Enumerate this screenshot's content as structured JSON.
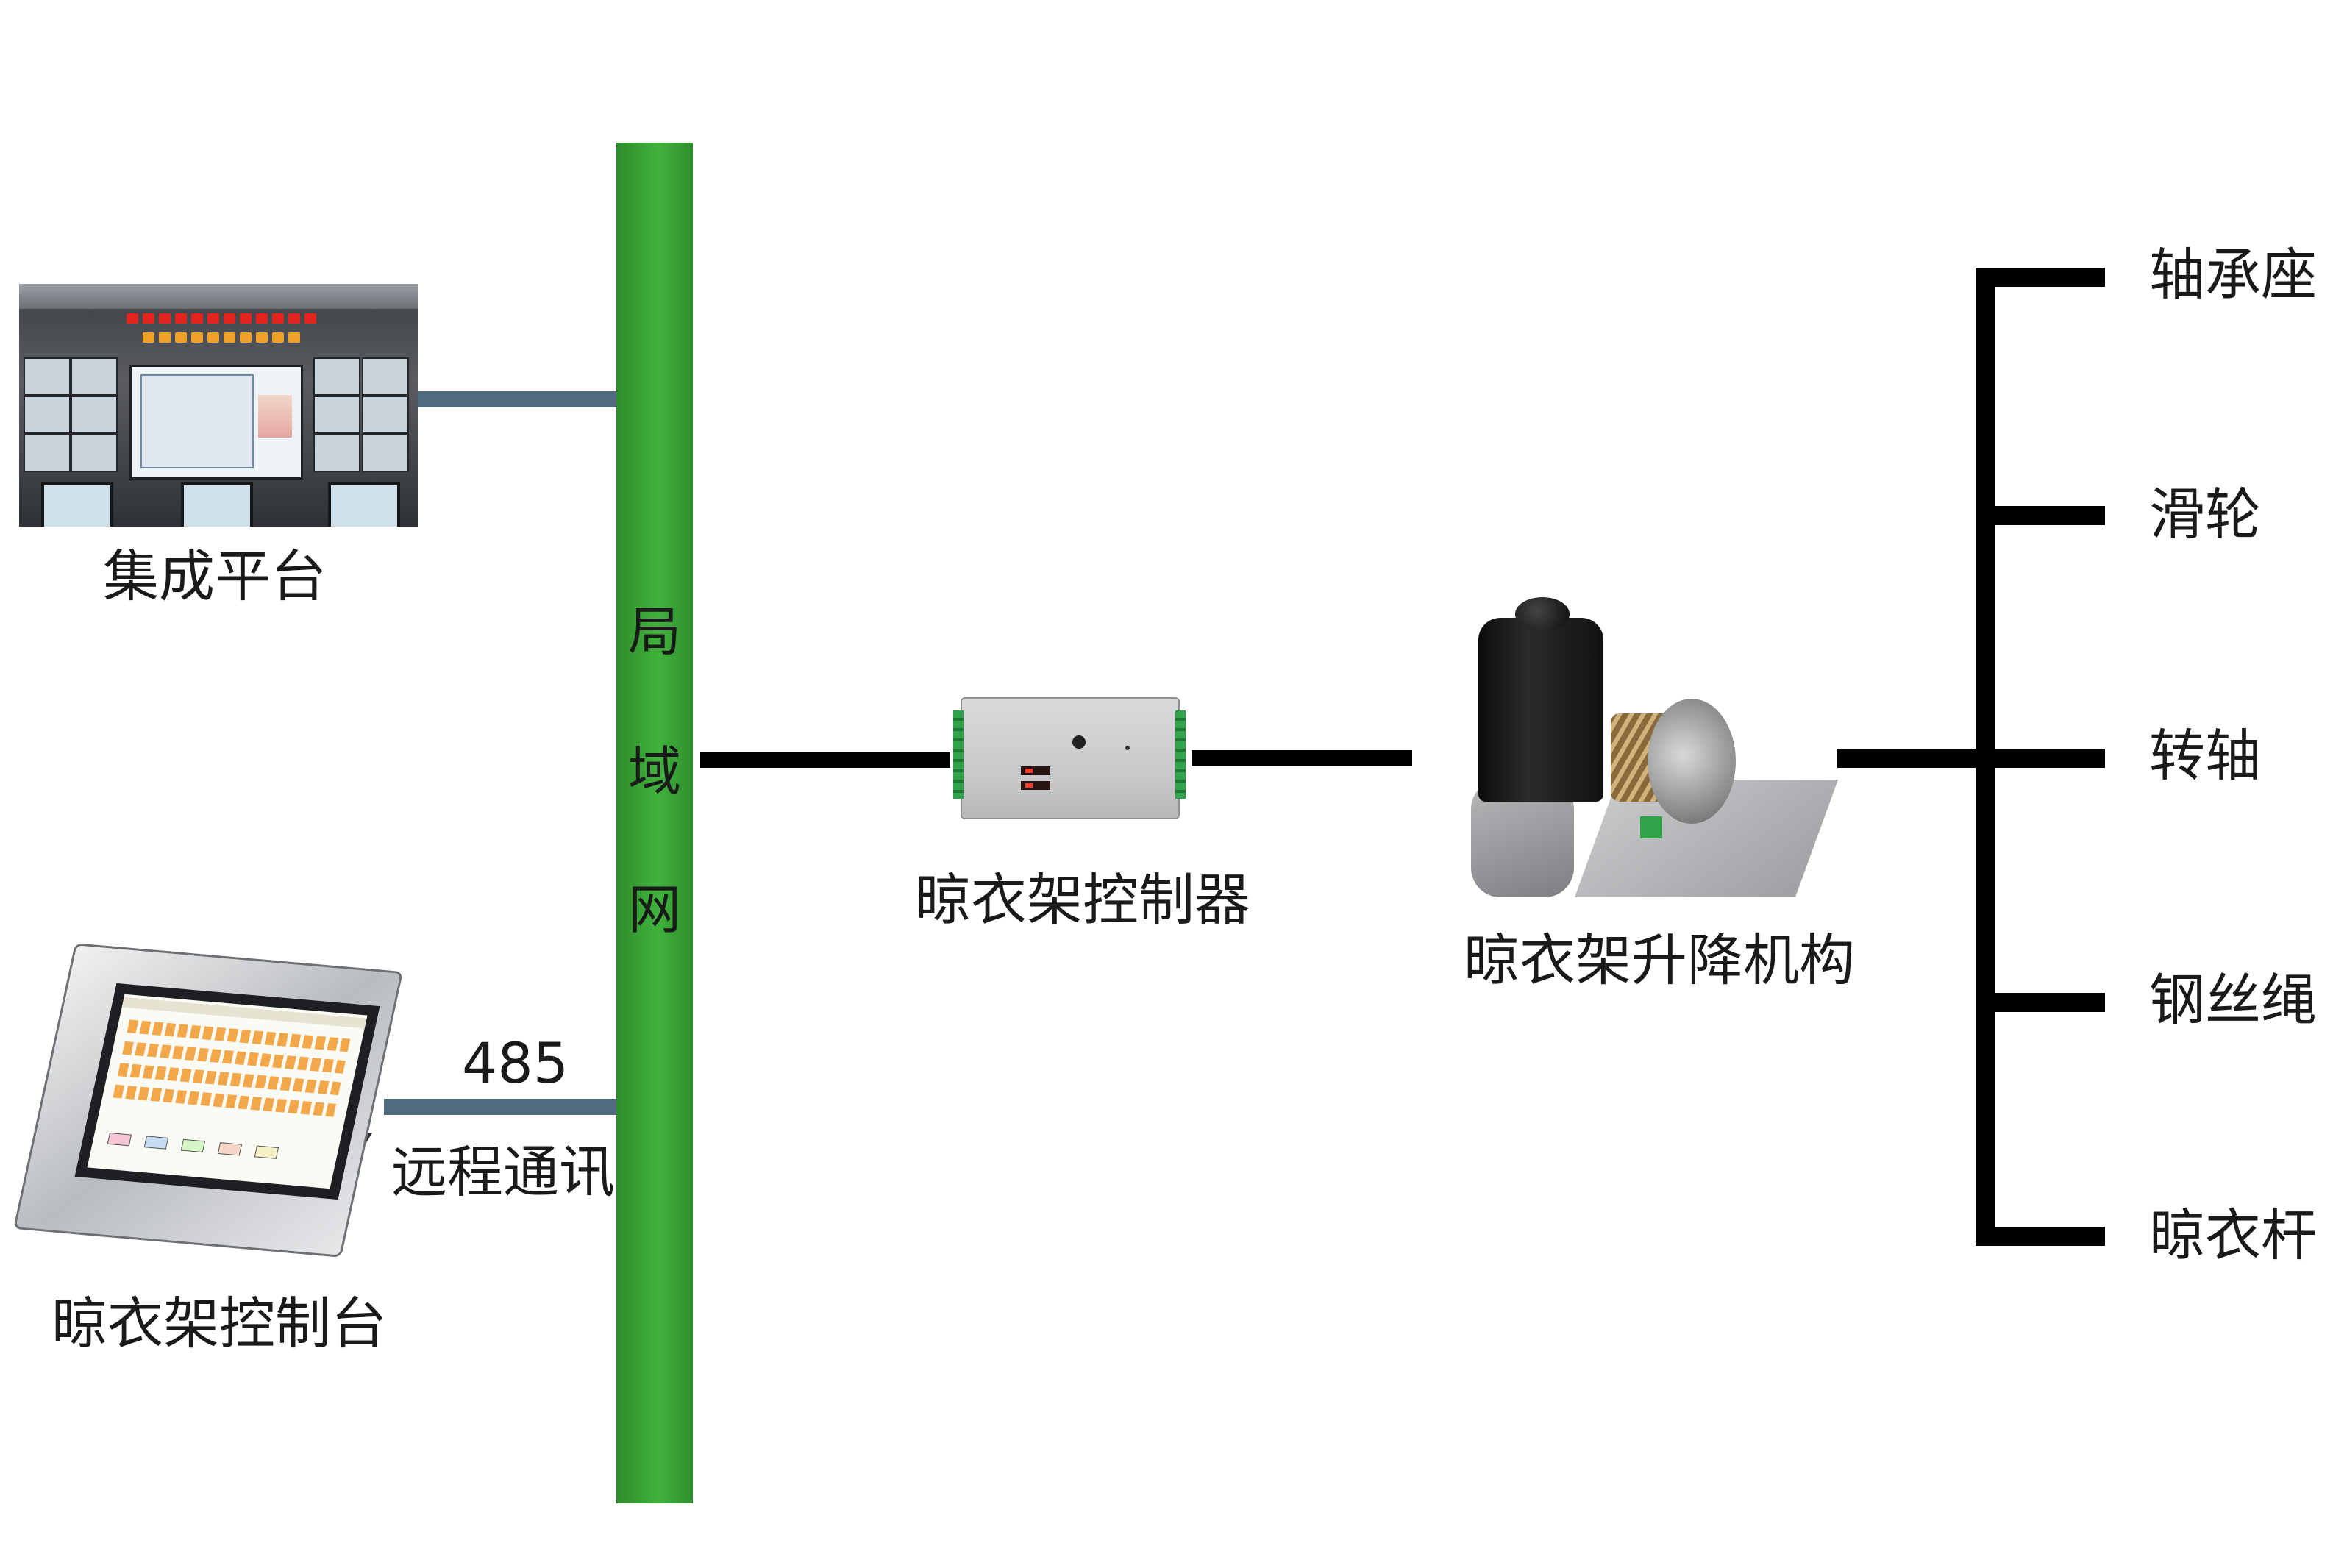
{
  "nodes": {
    "platform": {
      "label": "集成平台"
    },
    "console": {
      "label": "晾衣架控制台"
    },
    "controller": {
      "label": "晾衣架控制器"
    },
    "mechanism": {
      "label": "晾衣架升降机构"
    }
  },
  "lan": {
    "chars": [
      "局",
      "域",
      "网"
    ]
  },
  "link_485": {
    "number": "485",
    "text": "远程通讯"
  },
  "components": [
    "轴承座",
    "滑轮",
    "转轴",
    "钢丝绳",
    "晾衣杆"
  ],
  "colors": {
    "lan_bar": "#3aa536",
    "link_wire": "#4f6b7d",
    "tree_wire": "#000000"
  }
}
